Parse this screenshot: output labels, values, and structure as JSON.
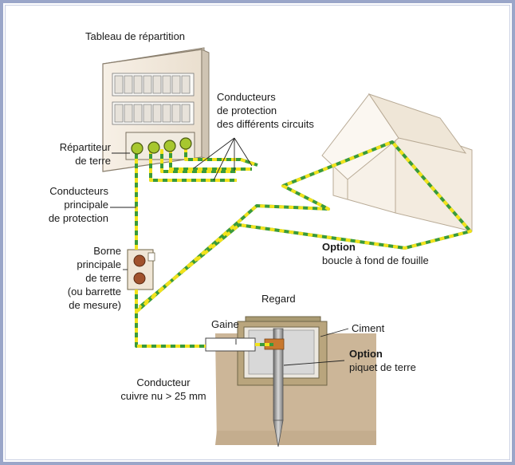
{
  "title": "Tableau de répartition",
  "labels": {
    "repartiteur_line1": "Répartiteur",
    "repartiteur_line2": "de terre",
    "cond_principale_line1": "Conducteurs",
    "cond_principale_line2": "principale",
    "cond_principale_line3": "de protection",
    "cond_protection_line1": "Conducteurs",
    "cond_protection_line2": "de protection",
    "cond_protection_line3": "des différents circuits",
    "borne_line1": "Borne",
    "borne_line2": "principale",
    "borne_line3": "de terre",
    "borne_line4": "(ou barrette",
    "borne_line5": "de mesure)",
    "regard": "Regard",
    "gaine": "Gaine",
    "ciment": "Ciment",
    "option_piquet_title": "Option",
    "option_piquet_text": "piquet de terre",
    "option_boucle_title": "Option",
    "option_boucle_text": "boucle à fond de fouille",
    "conducteur_line1": "Conducteur",
    "conducteur_line2": "cuivre nu > 25 mm"
  },
  "colors": {
    "border": "#9aa6c9",
    "earth_green": "#3a9a3a",
    "earth_yellow": "#f2e21c",
    "ground": "#cdb79b",
    "panel": "#f3ebdf",
    "house_wall": "#f5efe6",
    "clamp": "#c8782e"
  }
}
